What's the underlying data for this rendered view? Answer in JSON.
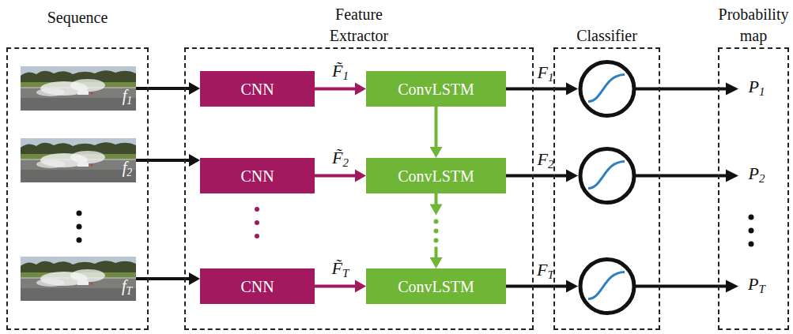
{
  "diagram": {
    "nodes": [
      {
        "text": [
          "Sequence"
        ]
      },
      {
        "text": [
          "f1"
        ],
        "in": 0
      },
      {
        "text": [
          "f2"
        ],
        "in": 0
      },
      {
        "text": [
          "fT"
        ],
        "in": 0
      },
      {
        "text": [
          "Feature Extractor"
        ]
      },
      {
        "text": [
          "CNN"
        ],
        "in": 4
      },
      {
        "text": [
          "CNN"
        ],
        "in": 4
      },
      {
        "text": [
          "CNN"
        ],
        "in": 4
      },
      {
        "text": [
          "ConvLSTM"
        ],
        "in": 4
      },
      {
        "text": [
          "ConvLSTM"
        ],
        "in": 4
      },
      {
        "text": [
          "ConvLSTM"
        ],
        "in": 4
      },
      {
        "text": [
          "Classifier"
        ]
      },
      {
        "text": [
          "Probability map"
        ]
      }
    ],
    "edges": [
      {
        "from": 1,
        "to": 5,
        "arrow": "to"
      },
      {
        "from": 2,
        "to": 6,
        "arrow": "to"
      },
      {
        "from": 3,
        "to": 7,
        "arrow": "to"
      },
      {
        "from": 5,
        "to": 8,
        "arrow": "to",
        "label": "F̃1"
      },
      {
        "from": 6,
        "to": 9,
        "arrow": "to",
        "label": "F̃2"
      },
      {
        "from": 7,
        "to": 10,
        "arrow": "to",
        "label": "F̃T"
      },
      {
        "from": 8,
        "to": 9,
        "arrow": "to"
      },
      {
        "from": 9,
        "to": 10,
        "arrow": "to"
      }
    ],
    "labels": [
      "F1",
      "F2",
      "FT",
      "P1",
      "P2",
      "PT"
    ]
  }
}
